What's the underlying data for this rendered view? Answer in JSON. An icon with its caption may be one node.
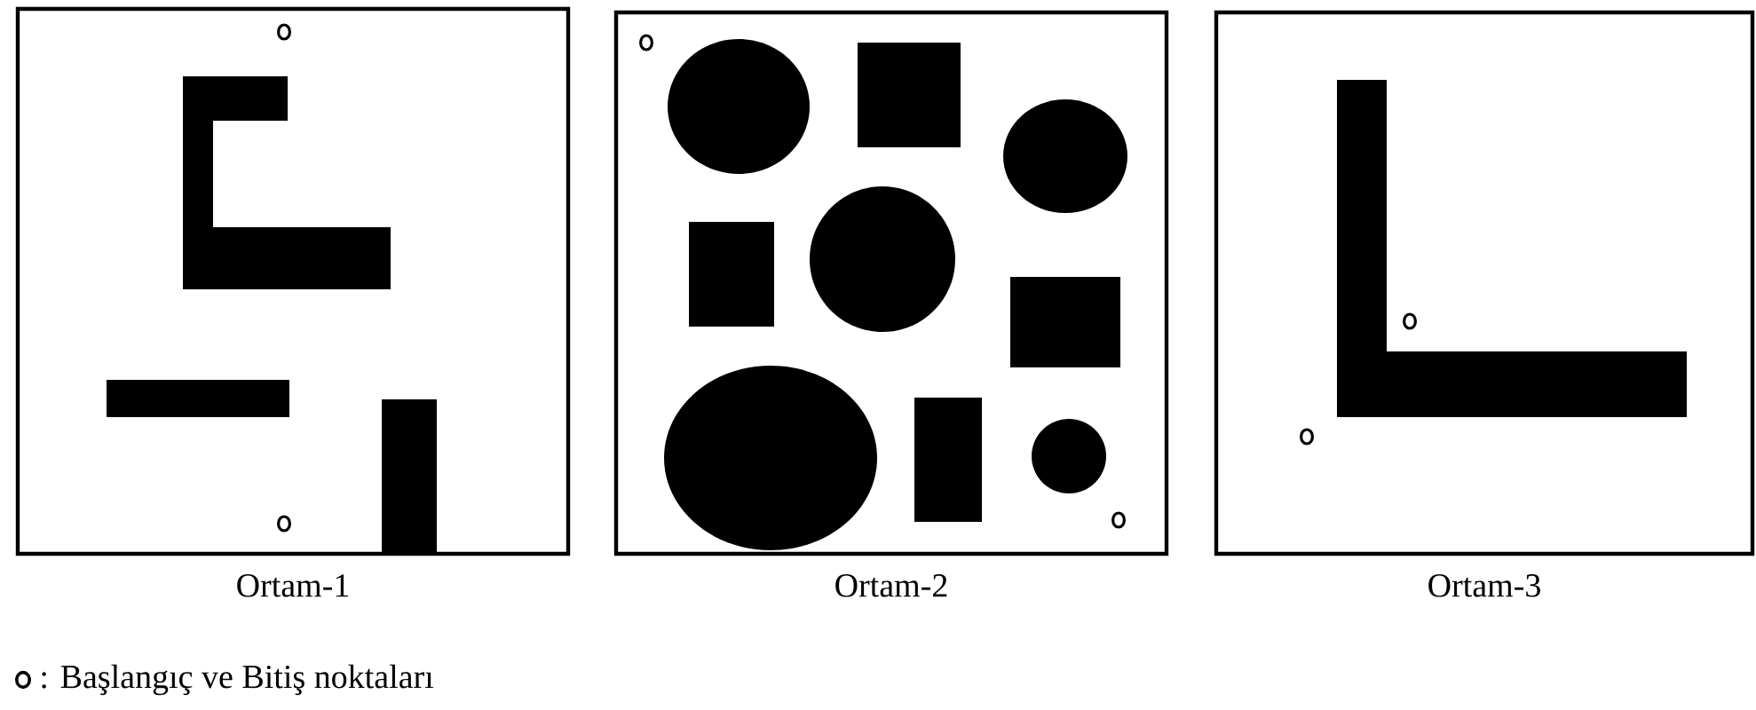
{
  "diagram": {
    "nodes": [
      {
        "text": [
          "Ortam-1"
        ]
      },
      {
        "text": [
          "Ortam-2"
        ]
      },
      {
        "text": [
          "Ortam-3"
        ]
      }
    ],
    "legend": [
      {
        "text": ": Başlangıç ve Bitiş noktaları"
      }
    ]
  }
}
